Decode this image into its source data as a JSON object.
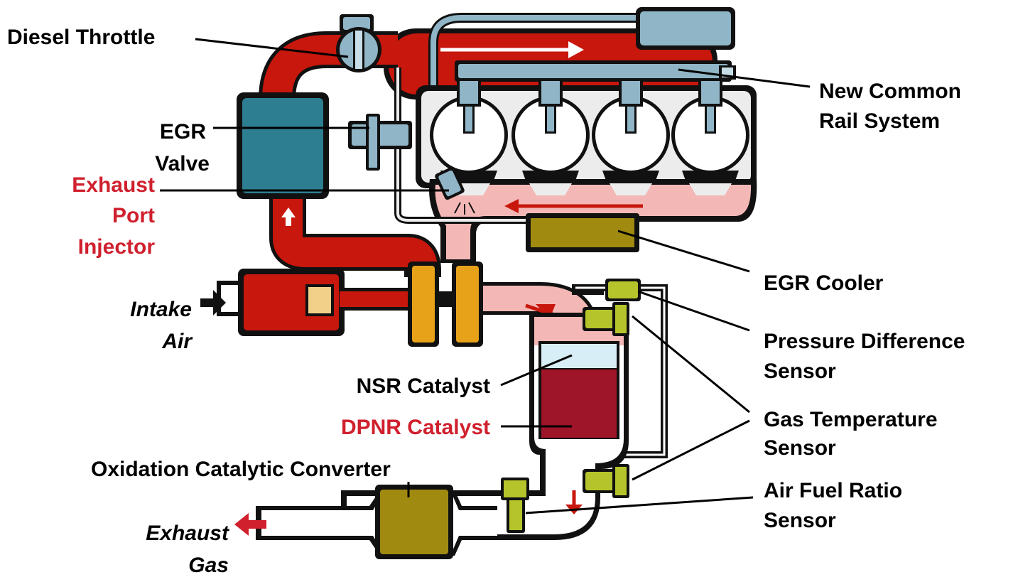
{
  "colors": {
    "intake_pipe": "#c8170d",
    "exhaust_pipe": "#f3b8b6",
    "outline": "#111111",
    "engine_block": "#ececec",
    "intercooler": "#2e7e92",
    "common_rail": "#8fb5c6",
    "turbo": "#e7a21a",
    "catalyst_blue": "#d8eef6",
    "dpnr": "#9e1428",
    "converter": "#a08a10",
    "sensor": "#b5c42a",
    "label_red": "#d0202e"
  },
  "labels": {
    "diesel_throttle": "Diesel Throttle",
    "egr_valve": [
      "EGR",
      "Valve"
    ],
    "exhaust_port_injector": [
      "Exhaust",
      "Port",
      "Injector"
    ],
    "intake_air": [
      "Intake",
      "Air"
    ],
    "nsr_catalyst": "NSR Catalyst",
    "dpnr_catalyst": "DPNR Catalyst",
    "oxidation_catalytic_converter": "Oxidation Catalytic Converter",
    "exhaust_gas": [
      "Exhaust",
      "Gas"
    ],
    "new_common_rail_system": [
      "New Common",
      "Rail System"
    ],
    "egr_cooler": "EGR Cooler",
    "pressure_difference_sensor": [
      "Pressure Difference",
      "Sensor"
    ],
    "gas_temperature_sensor": [
      "Gas Temperature",
      "Sensor"
    ],
    "air_fuel_ratio_sensor": [
      "Air Fuel Ratio",
      "Sensor"
    ]
  },
  "icons": [
    "flow-arrow-icon",
    "intake-arrow-icon",
    "exhaust-arrow-icon"
  ]
}
